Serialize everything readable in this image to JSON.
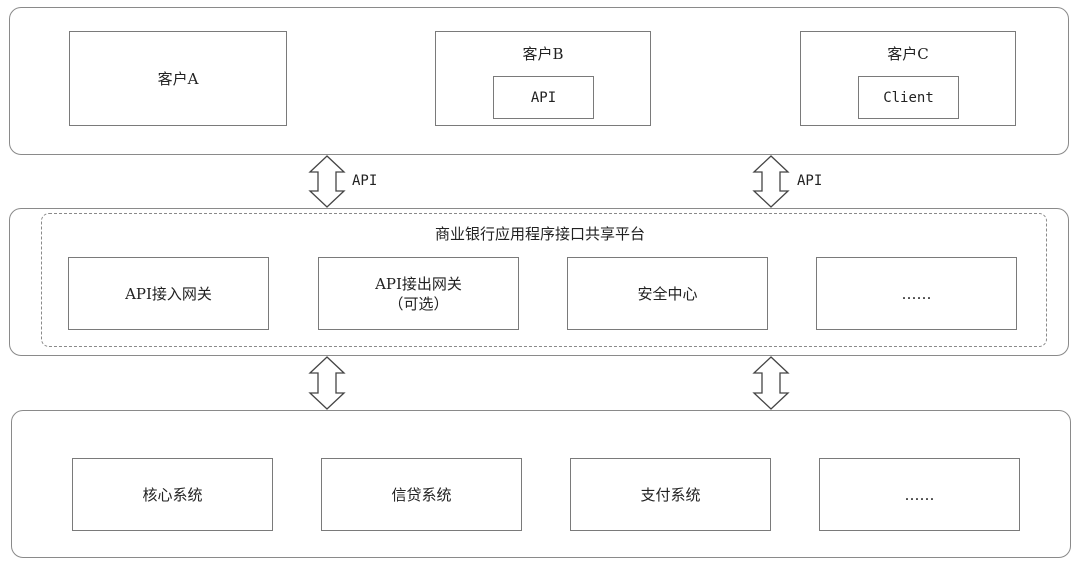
{
  "clients": {
    "a": {
      "label": "客户A"
    },
    "b": {
      "label": "客户B",
      "inner": "API"
    },
    "c": {
      "label": "客户C",
      "inner": "Client"
    }
  },
  "arrows": {
    "left_label": "API",
    "right_label": "API"
  },
  "platform": {
    "title": "商业银行应用程序接口共享平台",
    "modules": [
      {
        "label": "API接入网关"
      },
      {
        "line1": "API接出网关",
        "line2": "（可选）"
      },
      {
        "label": "安全中心"
      },
      {
        "label": "……"
      }
    ]
  },
  "backend": {
    "systems": [
      {
        "label": "核心系统"
      },
      {
        "label": "信贷系统"
      },
      {
        "label": "支付系统"
      },
      {
        "label": "……"
      }
    ]
  }
}
